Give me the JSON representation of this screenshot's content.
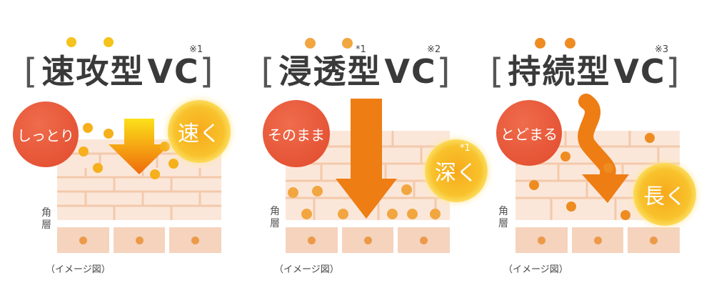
{
  "panels": [
    {
      "title_open": "[",
      "title_name": "速攻型",
      "title_vc": "VC",
      "title_close": "]",
      "note": "※1",
      "badge_left": "しっとり",
      "badge_right": "速く",
      "layer_label_1": "角",
      "layer_label_2": "層",
      "caption": "（イメージ図）"
    },
    {
      "title_open": "[",
      "title_name": "浸透型",
      "title_vc": "VC",
      "title_close": "]",
      "note": "※2",
      "note_star": "*1",
      "badge_left": "そのまま",
      "badge_right": "深く",
      "badge_right_note": "*1",
      "layer_label_1": "角",
      "layer_label_2": "層",
      "caption": "（イメージ図）"
    },
    {
      "title_open": "[",
      "title_name": "持続型",
      "title_vc": "VC",
      "title_close": "]",
      "note": "※3",
      "badge_left": "とどまる",
      "badge_right": "長く",
      "layer_label_1": "角",
      "layer_label_2": "層",
      "caption": "（イメージ図）"
    }
  ],
  "colors": {
    "brick": "#fbe7d9",
    "mortar": "#f3c9ac",
    "cell": "#f5d3bd",
    "vc_dot": "#f3a032",
    "arrow_fast": "#f8b400",
    "arrow_deep": "#ee7d14",
    "badge_red": "#e14a2c",
    "highlight": "#f5b96b"
  }
}
